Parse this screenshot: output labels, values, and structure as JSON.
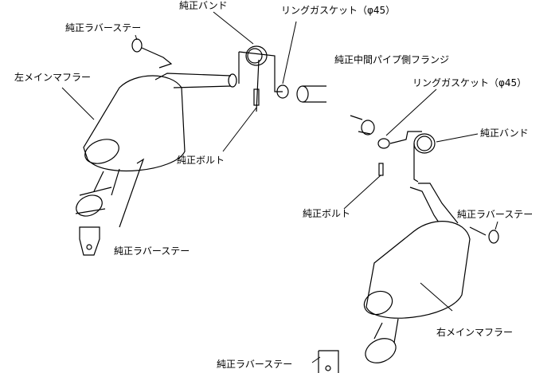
{
  "labels": {
    "band_top": "純正バンド",
    "gasket_top": "リングガスケット（φ45）",
    "rubber_stay_left_top": "純正ラバーステー",
    "left_main_muffler": "左メインマフラー",
    "mid_pipe_flange": "純正中間パイプ側フランジ",
    "gasket_right": "リングガスケット（φ45）",
    "band_right": "純正バンド",
    "bolt_left": "純正ボルト",
    "bolt_right": "純正ボルト",
    "rubber_stay_right": "純正ラバーステー",
    "rubber_stay_left_bottom": "純正ラバーステー",
    "right_main_muffler": "右メインマフラー",
    "rubber_stay_bottom": "純正ラバーステー"
  }
}
